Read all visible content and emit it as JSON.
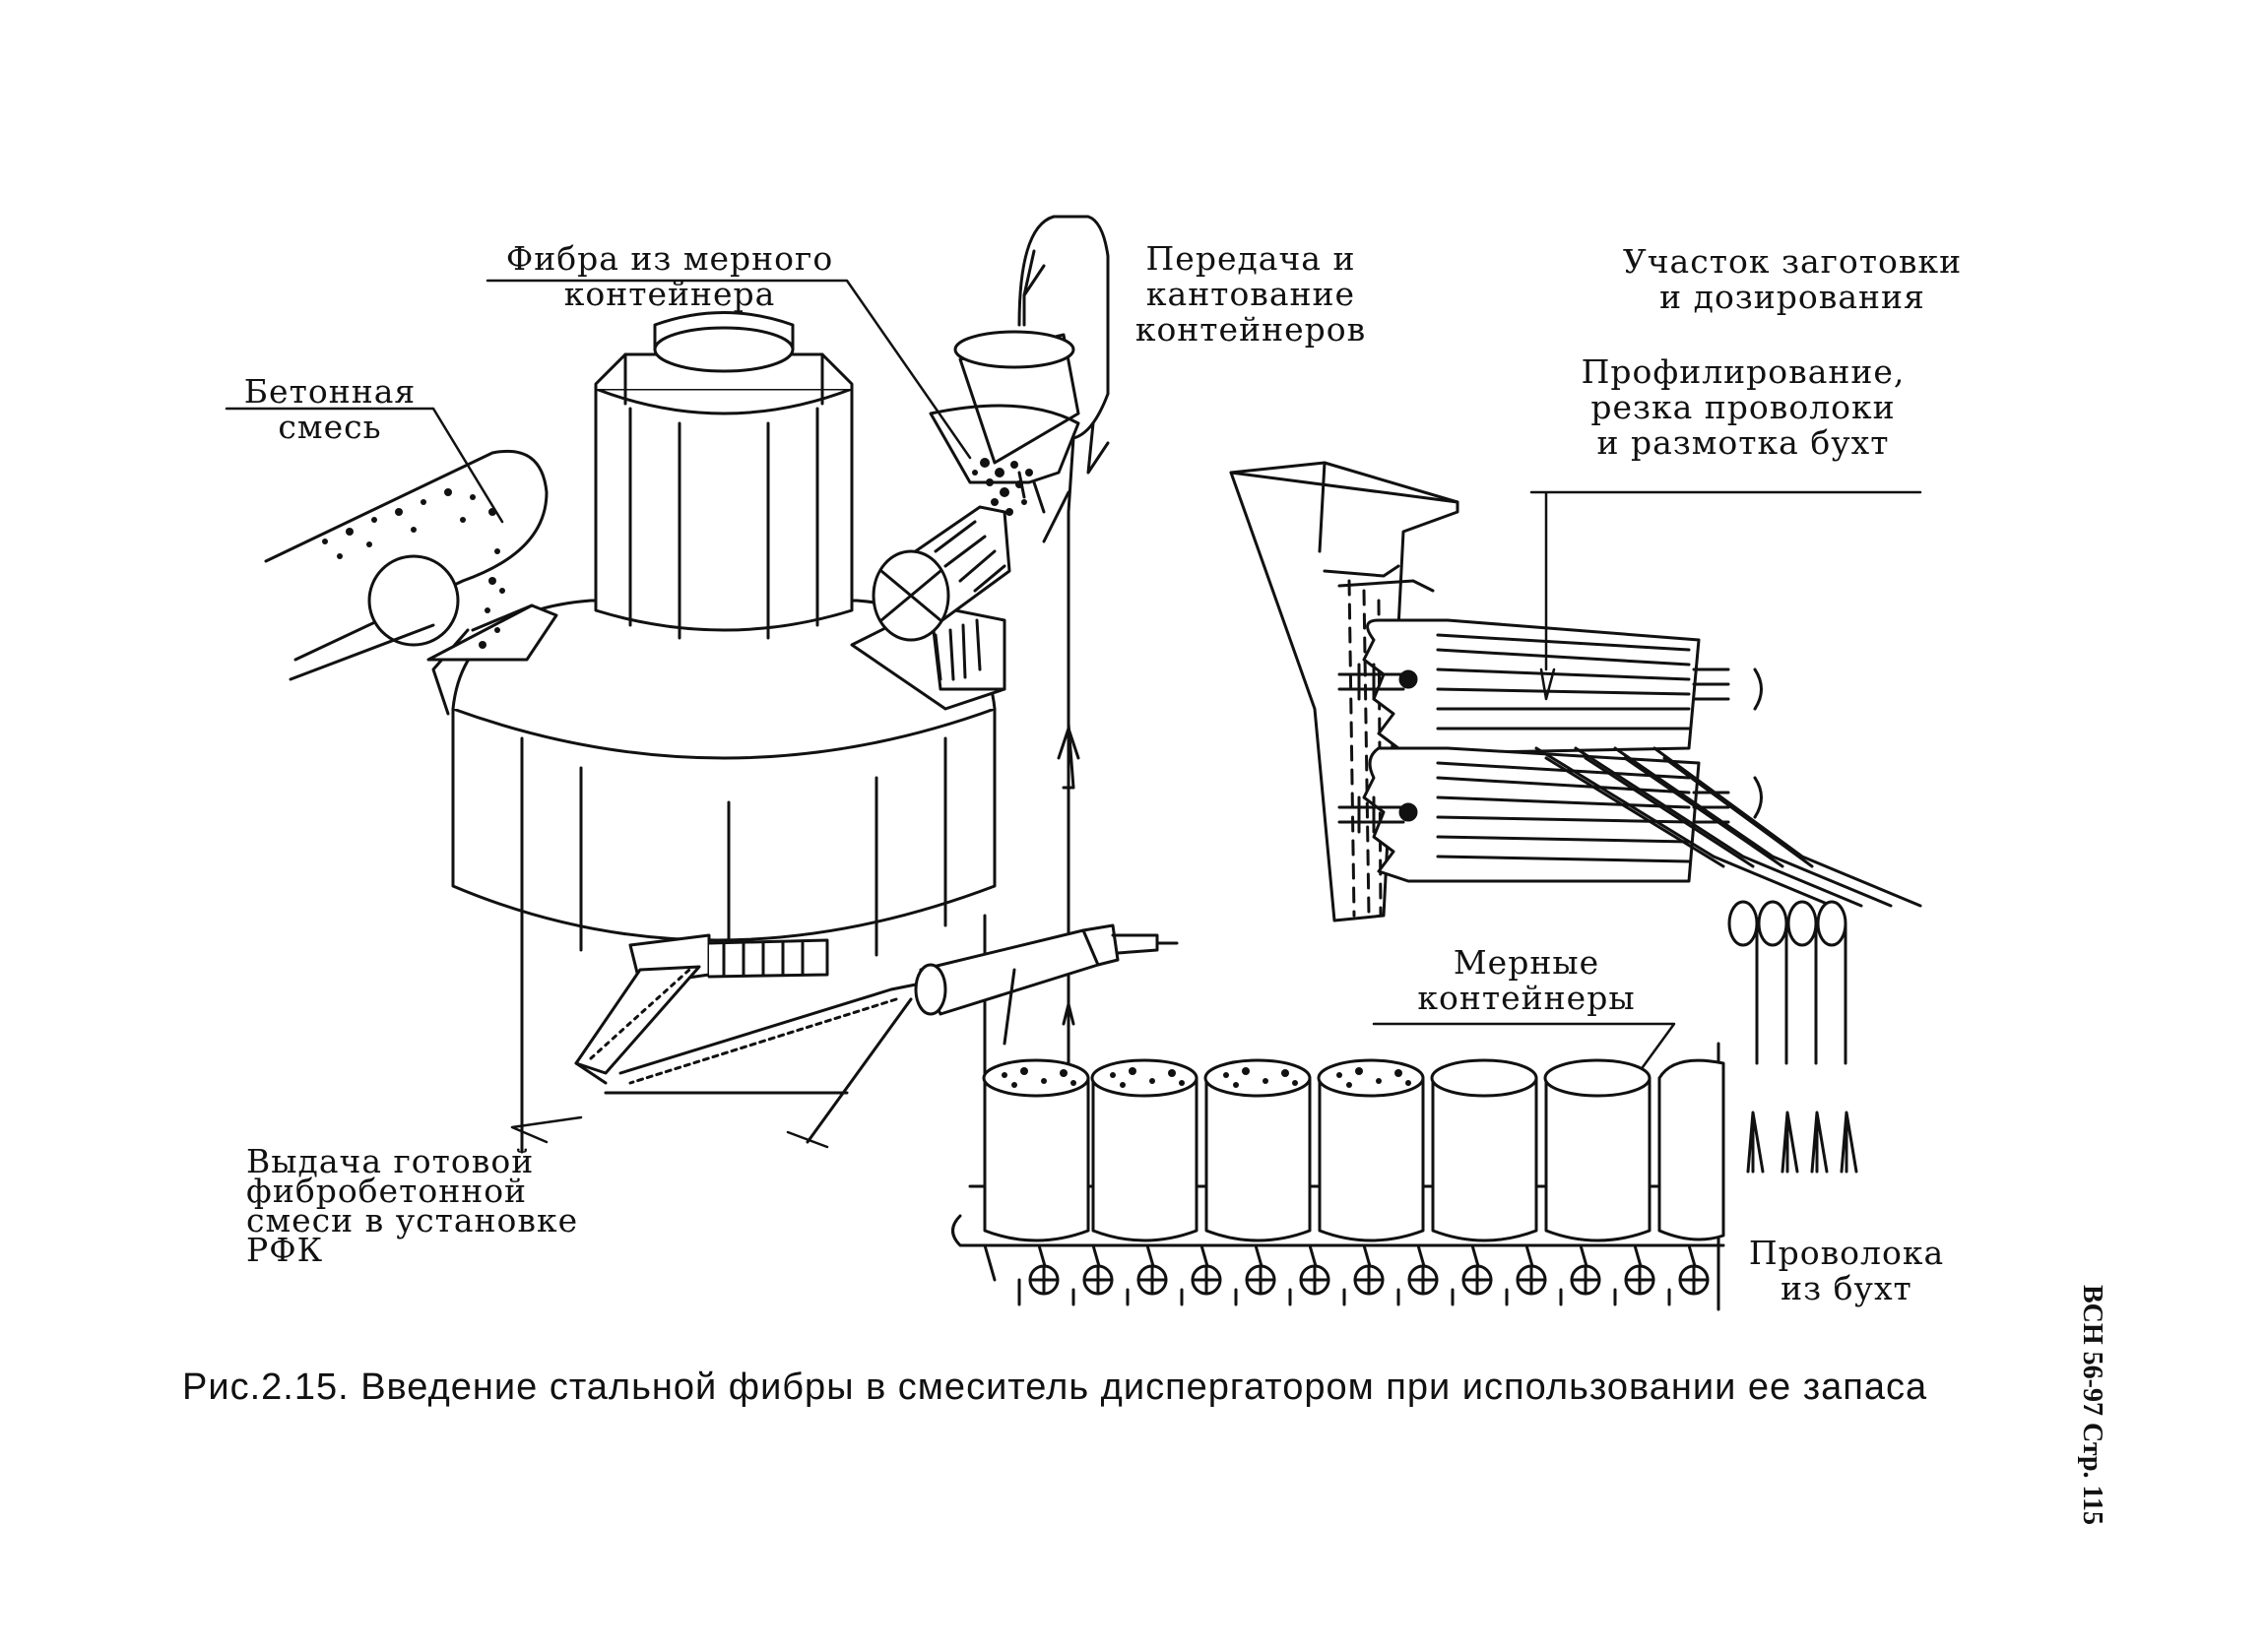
{
  "labels": {
    "fiber_from_container": [
      "Фибра из мерного",
      "контейнера"
    ],
    "concrete_mix": [
      "Бетонная",
      "смесь"
    ],
    "transfer_containers": [
      "Передача и",
      "кантование",
      "контейнеров"
    ],
    "preparation_area": [
      "Участок заготовки",
      "и дозирования"
    ],
    "profiling": [
      "Профилирование,",
      "резка проволоки",
      "и размотка бухт"
    ],
    "measuring_containers": [
      "Мерные",
      "контейнеры"
    ],
    "output_mix": [
      "Выдача готовой",
      "фибробетонной",
      "смеси в установке",
      "РФК"
    ],
    "wire_from_coils": [
      "Проволока",
      "из бухт"
    ]
  },
  "caption": "Рис.2.15. Введение стальной фибры в смеситель диспергатором при использовании ее запаса",
  "side_code": "ВСН 56-97 Стр. 115",
  "colors": {
    "ink": "#111111",
    "paper": "#ffffff"
  }
}
